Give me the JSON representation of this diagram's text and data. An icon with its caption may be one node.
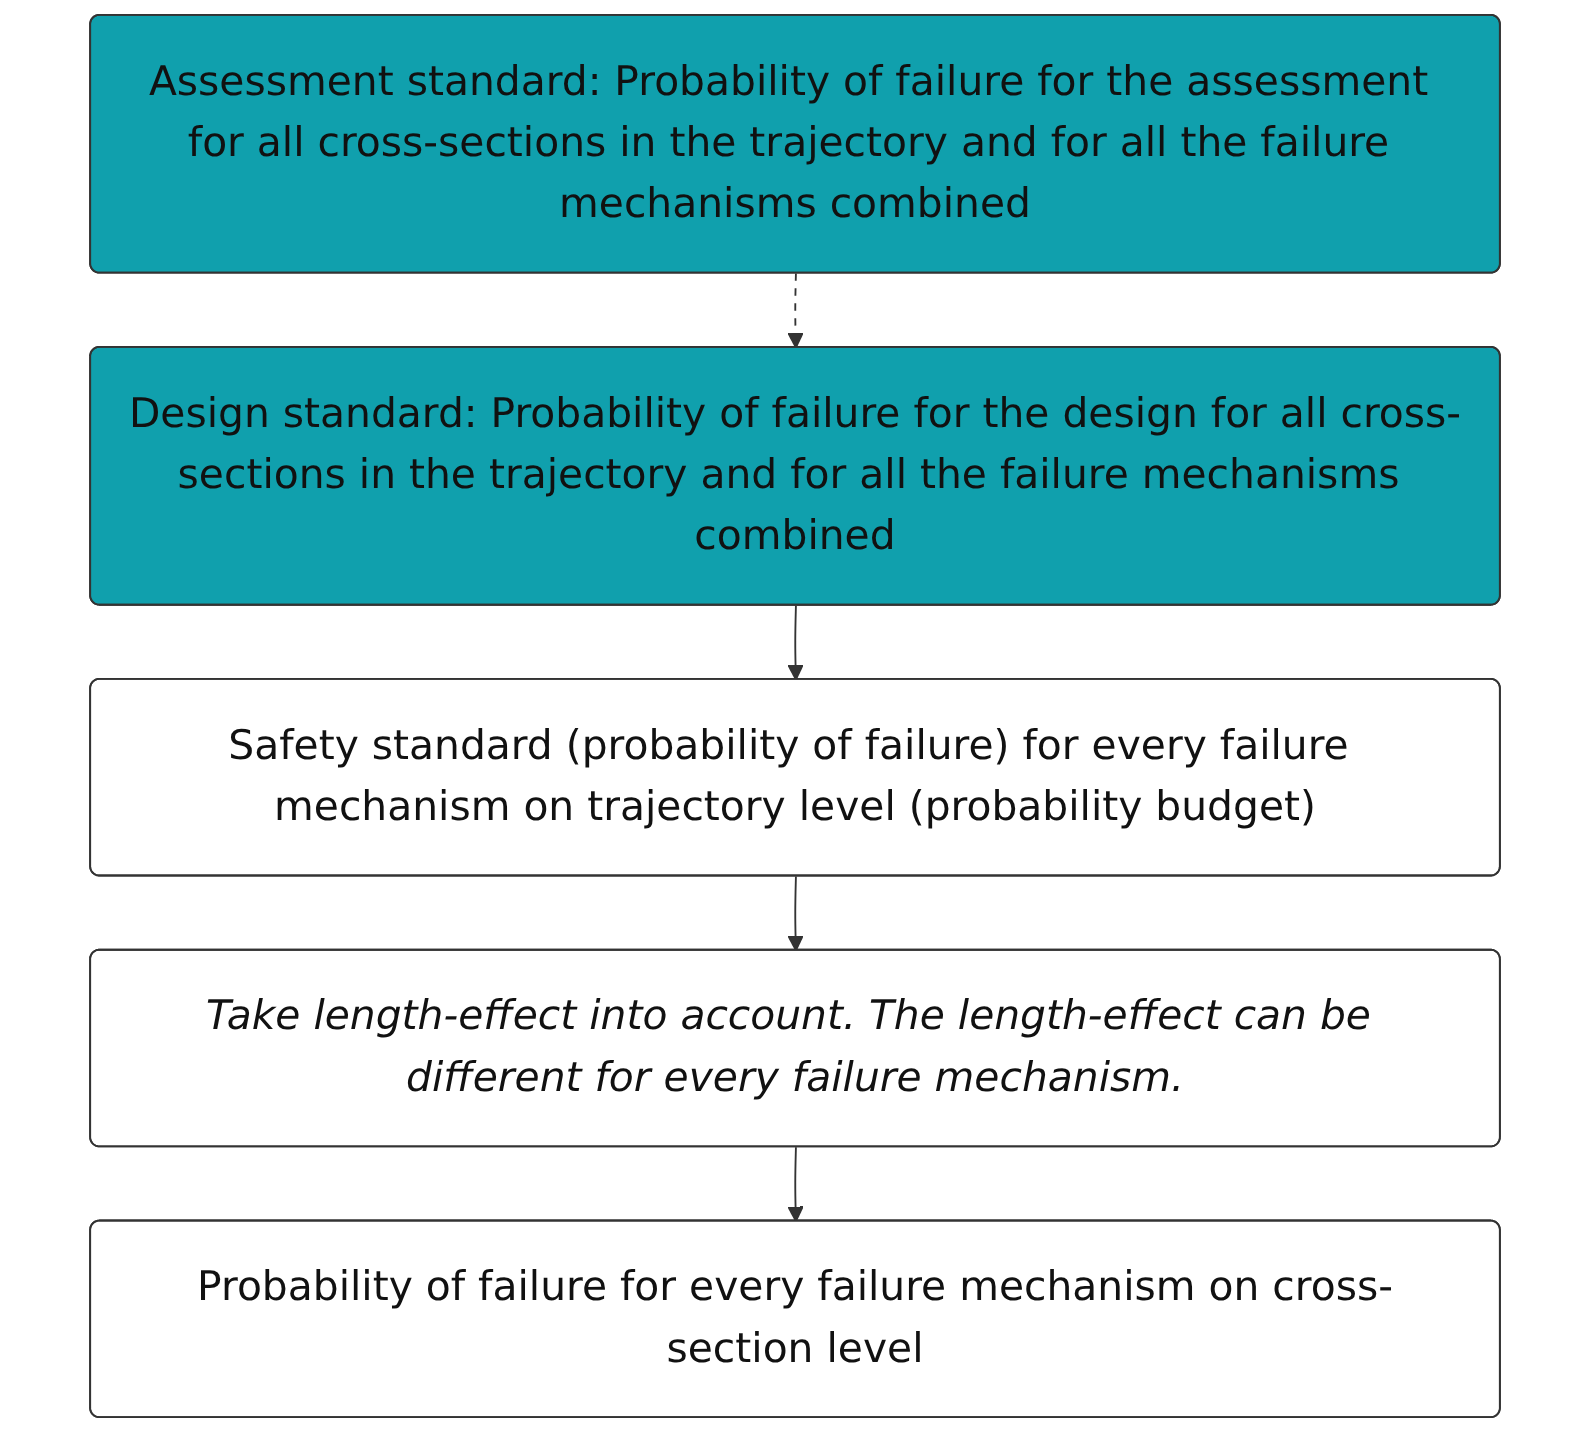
{
  "diagram": {
    "nodes": [
      {
        "text": [
          "Assessment standard: Probability of failure for the assessment for all cross-sections in the trajectory and for all the failure mechanisms combined"
        ]
      },
      {
        "text": [
          "Design standard: Probability of failure for the design for all cross-sections in the trajectory and for all the failure mechanisms combined"
        ]
      },
      {
        "text": [
          "Safety standard (probability of failure) for every failure mechanism on trajectory level (probability budget)"
        ]
      },
      {
        "text": [
          "Take length-effect into account. The length-effect can be different for every failure mechanism."
        ]
      },
      {
        "text": [
          "Probability of failure for every failure mechanism on cross-section level"
        ]
      }
    ],
    "edges": [
      {
        "from": 0,
        "to": 1,
        "arrow": "to",
        "style": "dashed"
      },
      {
        "from": 1,
        "to": 2,
        "arrow": "to"
      },
      {
        "from": 2,
        "to": 3,
        "arrow": "to"
      },
      {
        "from": 3,
        "to": 4,
        "arrow": "to"
      }
    ]
  }
}
